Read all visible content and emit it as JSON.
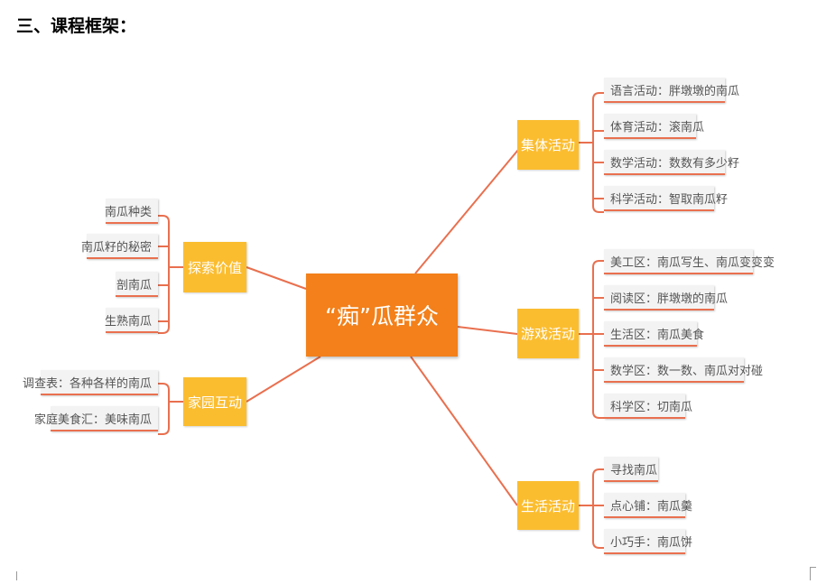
{
  "heading": "三、课程框架：",
  "root": {
    "label": "“痴”瓜群众"
  },
  "branches": {
    "collective": {
      "label": "集体活动",
      "items": [
        "语言活动：胖墩墩的南瓜",
        "体育活动：滚南瓜",
        "数学活动：数数有多少籽",
        "科学活动：智取南瓜籽"
      ]
    },
    "game": {
      "label": "游戏活动",
      "items": [
        "美工区：南瓜写生、南瓜变变变",
        "阅读区：胖墩墩的南瓜",
        "生活区：南瓜美食",
        "数学区：数一数、南瓜对对碰",
        "科学区：切南瓜"
      ]
    },
    "life": {
      "label": "生活活动",
      "items": [
        "寻找南瓜",
        "点心铺：南瓜羹",
        "小巧手：南瓜饼"
      ]
    },
    "explore": {
      "label": "探索价值",
      "items": [
        "南瓜种类",
        "南瓜籽的秘密",
        "剖南瓜",
        "生熟南瓜"
      ]
    },
    "home": {
      "label": "家园互动",
      "items": [
        "调查表：各种各样的南瓜",
        "家庭美食汇：美味南瓜"
      ]
    }
  },
  "colors": {
    "root": "#f3801a",
    "branch": "#fbbd30",
    "line": "#e9704f"
  }
}
